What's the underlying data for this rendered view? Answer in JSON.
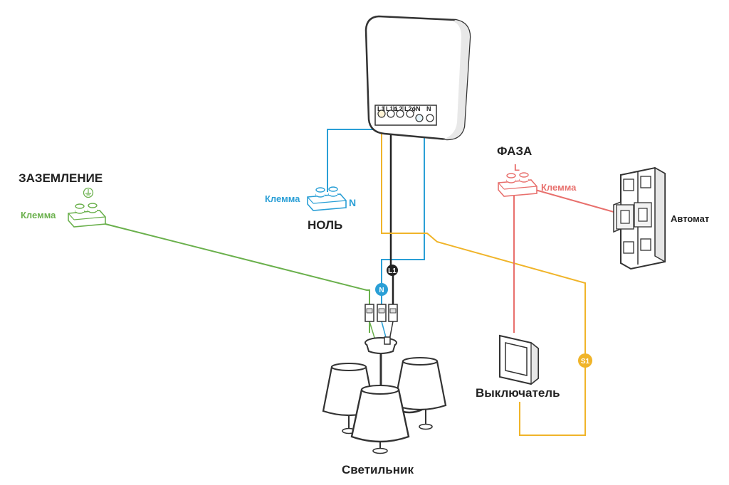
{
  "colors": {
    "neutral": "#2a9fd6",
    "ground": "#6ab04c",
    "phase": "#e8706d",
    "switched": "#f0b429",
    "load": "#222222"
  },
  "relay": {
    "terminals": [
      "L1",
      "L1o",
      "L2",
      "L2o",
      "N",
      "N"
    ]
  },
  "labels": {
    "ground_title": "ЗАЗЕМЛЕНИЕ",
    "ground_terminal": "Клемма",
    "neutral_terminal": "Клемма",
    "neutral_letter": "N",
    "neutral_title": "НОЛЬ",
    "phase_title": "ФАЗА",
    "phase_letter": "L",
    "phase_terminal": "Клемма",
    "breaker": "Автомат",
    "switch": "Выключатель",
    "lamp": "Светильник"
  },
  "badges": {
    "l1": "L1",
    "n": "N",
    "s1": "S1"
  },
  "icons": {
    "ground": "ground-symbol-icon"
  }
}
